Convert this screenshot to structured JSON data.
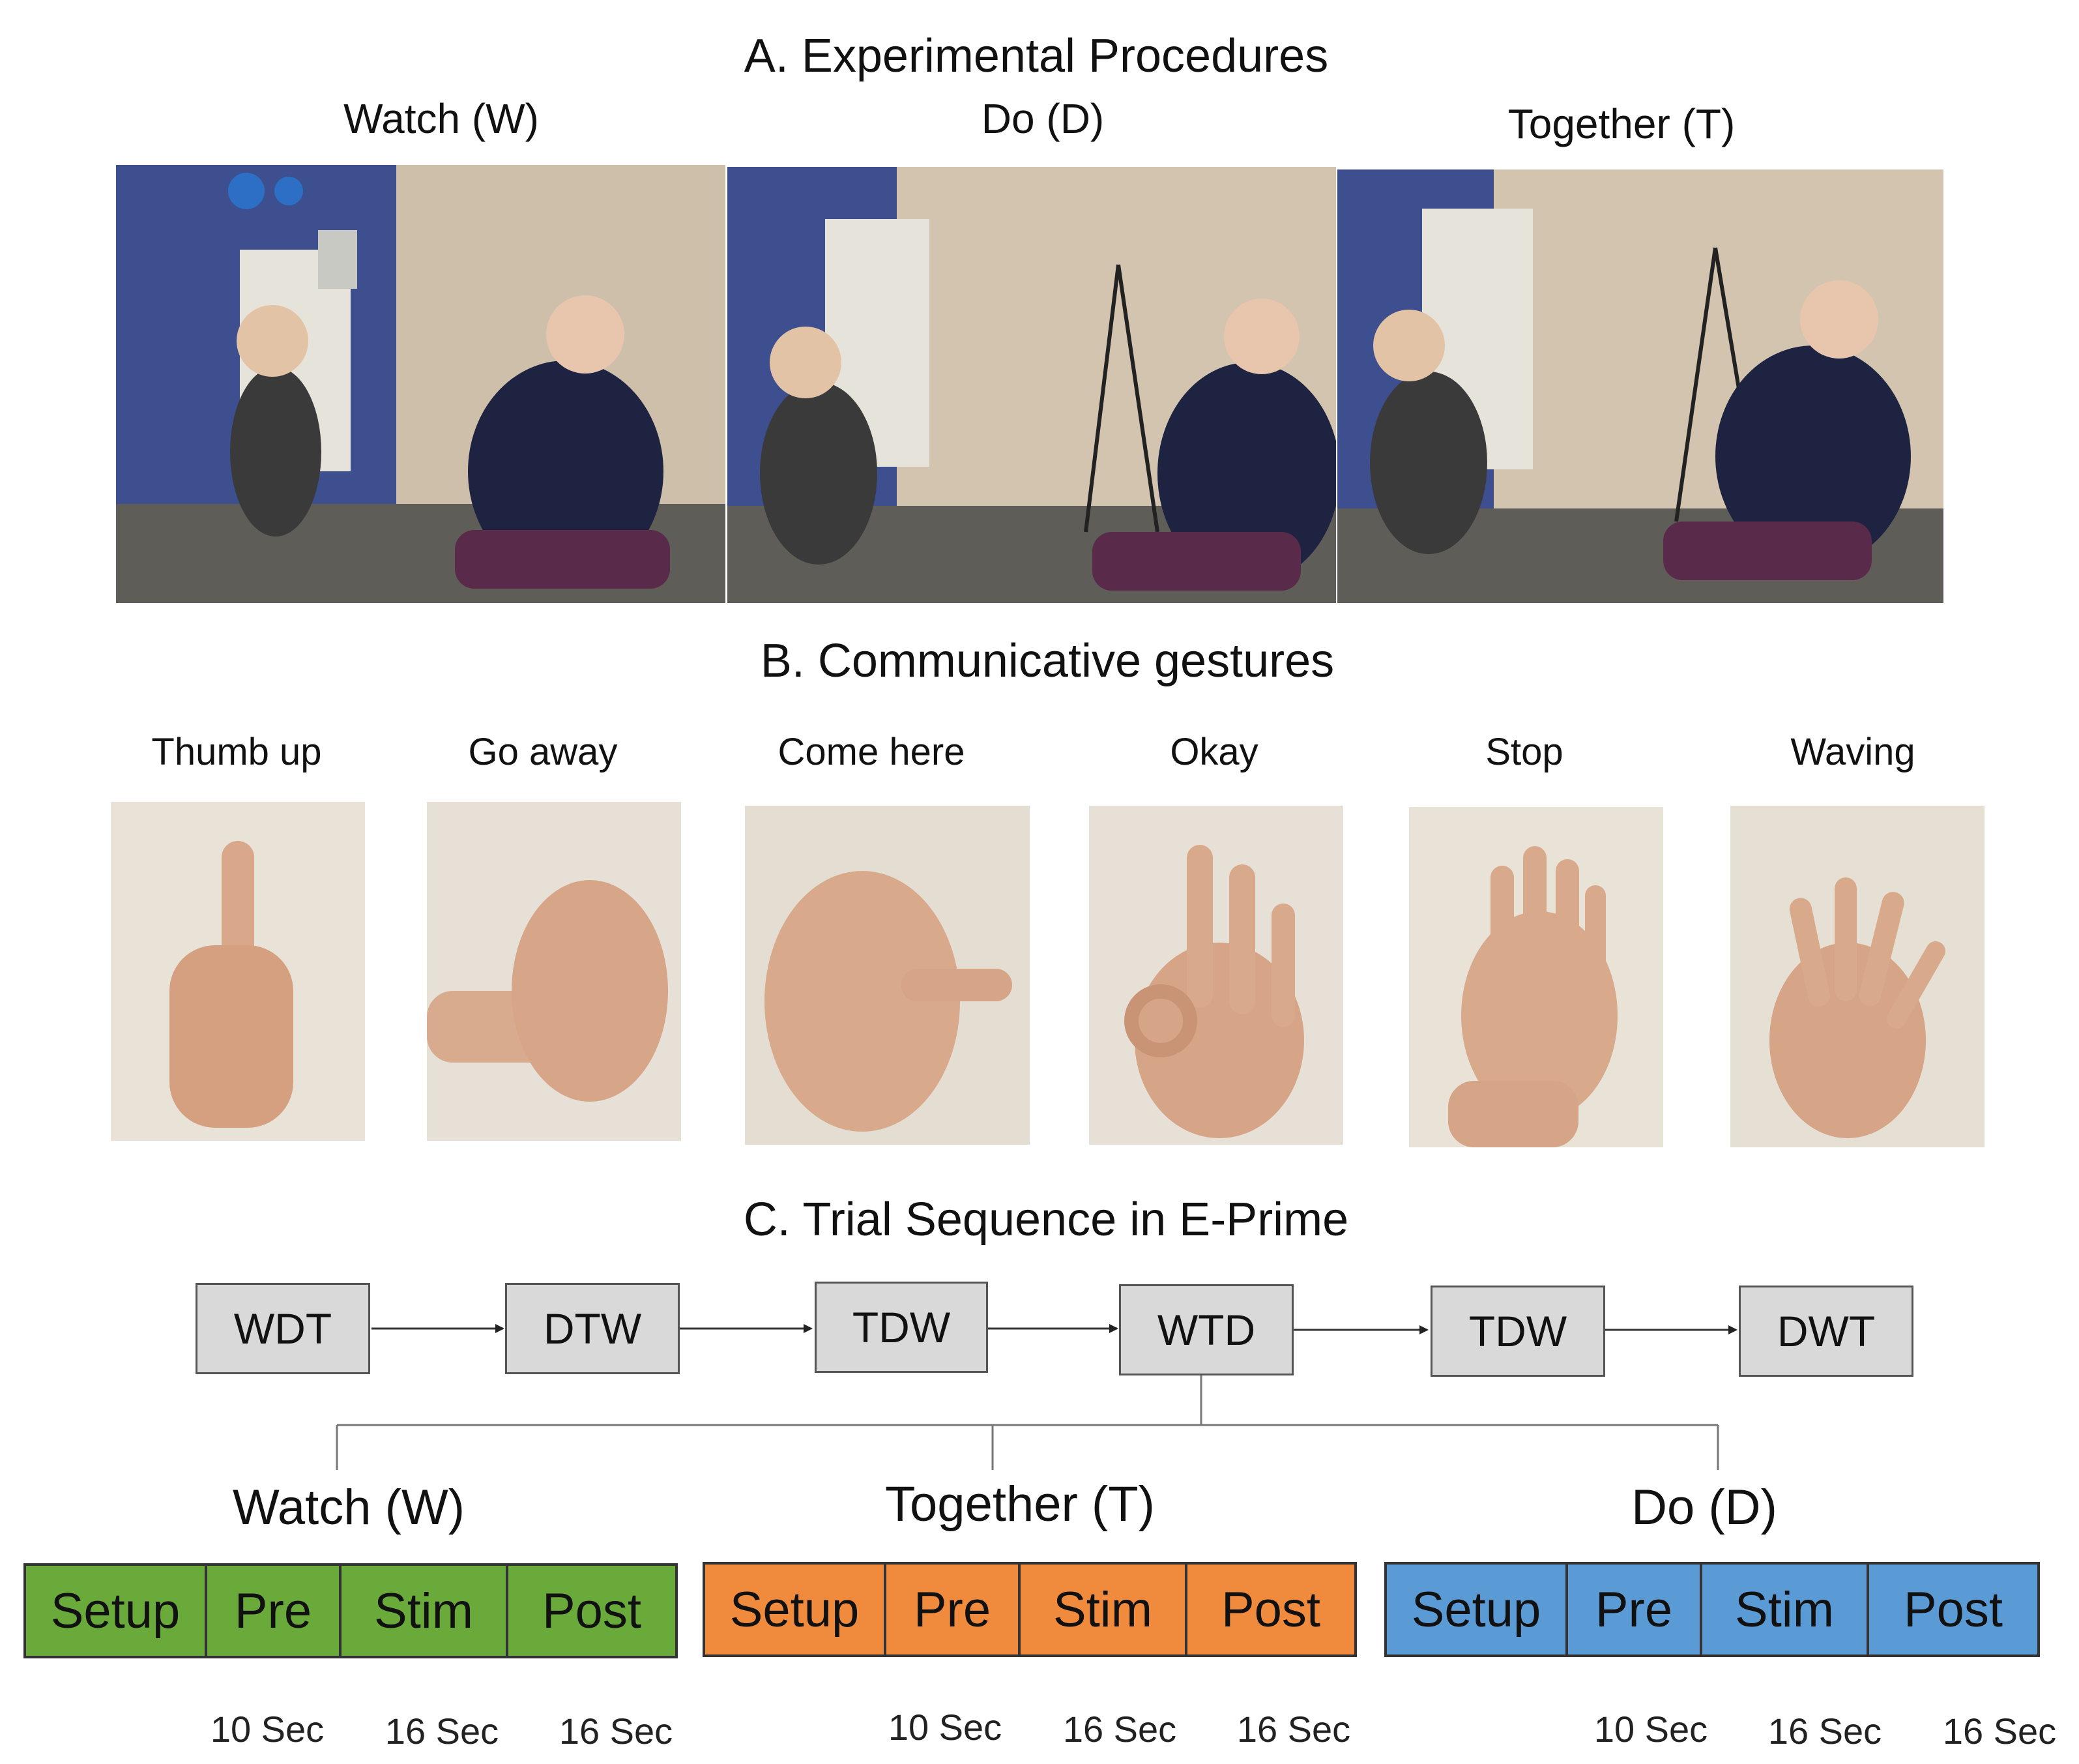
{
  "section_a": {
    "title": "A. Experimental Procedures",
    "panels": [
      {
        "label": "Watch (W)"
      },
      {
        "label": "Do (D)"
      },
      {
        "label": "Together  (T)"
      }
    ]
  },
  "section_b": {
    "title": "B. Communicative gestures",
    "gestures": [
      {
        "label": "Thumb up"
      },
      {
        "label": "Go away"
      },
      {
        "label": "Come here"
      },
      {
        "label": "Okay"
      },
      {
        "label": "Stop"
      },
      {
        "label": "Waving"
      }
    ]
  },
  "section_c": {
    "title": "C. Trial Sequence in E-Prime",
    "sequence": [
      "WDT",
      "DTW",
      "TDW",
      "WTD",
      "TDW",
      "DWT"
    ],
    "conditions": [
      {
        "label": "Watch (W)",
        "color": "#6aaa3a",
        "segments": [
          "Setup",
          "Pre",
          "Stim",
          "Post"
        ],
        "timings": [
          "10 Sec",
          "16 Sec",
          "16 Sec"
        ]
      },
      {
        "label": "Together (T)",
        "color": "#f08a3c",
        "segments": [
          "Setup",
          "Pre",
          "Stim",
          "Post"
        ],
        "timings": [
          "10 Sec",
          "16 Sec",
          "16 Sec"
        ]
      },
      {
        "label": "Do (D)",
        "color": "#5b9bd5",
        "segments": [
          "Setup",
          "Pre",
          "Stim",
          "Post"
        ],
        "timings": [
          "10 Sec",
          "16 Sec",
          "16 Sec"
        ]
      }
    ]
  }
}
